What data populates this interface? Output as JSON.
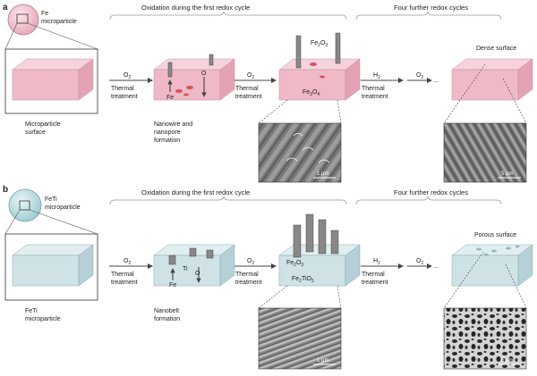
{
  "colors": {
    "fe_top": "#f6d3dc",
    "fe_front": "#efb9c7",
    "fe_side": "#e4a3b4",
    "feti_top": "#e1eef0",
    "feti_front": "#cfe3e7",
    "feti_side": "#b5d0d6",
    "arrow": "#444444",
    "bracket": "#999999",
    "fe_particle": "#f2c0cd",
    "feti_particle": "#bfe0e4",
    "pore_fe": "#d9535f",
    "pore_feti": "#8fb9bf"
  },
  "panel_a": {
    "letter": "a",
    "particle_label_1": "Fe",
    "particle_label_2": "microparticle",
    "header_oxidation": "Oxidation during the first redox cycle",
    "header_further": "Four further redox cycles",
    "surface_label_1": "Microparticle",
    "surface_label_2": "surface",
    "step1_gas": "O",
    "step1_gas_sub": "2",
    "step1_label_1": "Thermal",
    "step1_label_2": "treatment",
    "block2_label_fe": "Fe",
    "block2_label_o": "O",
    "block2_caption_1": "Nanowire and",
    "block2_caption_2": "nanopore",
    "block2_caption_3": "formation",
    "step2_gas": "O",
    "step2_gas_sub": "2",
    "step2_label_1": "Thermal",
    "step2_label_2": "treatment",
    "block3_top_label": "Fe",
    "block3_top_sub1": "2",
    "block3_top_mid": "O",
    "block3_top_sub2": "3",
    "block3_face_label": "Fe",
    "block3_face_sub1": "3",
    "block3_face_mid": "O",
    "block3_face_sub2": "4",
    "step3_gas": "H",
    "step3_gas_sub": "2",
    "step3_label_1": "Thermal",
    "step3_label_2": "treatment",
    "step4_gas": "O",
    "step4_gas_sub": "2",
    "step4_dots": "...",
    "final_caption": "Dense surface",
    "sem1_scale": "1 μm",
    "sem2_scale": "5 μm"
  },
  "panel_b": {
    "letter": "b",
    "particle_label_1": "FeTi",
    "particle_label_2": "microparticle",
    "header_oxidation": "Oxidation during the first redox cycle",
    "header_further": "Four further redox cycles",
    "surface_label_1": "FeTi",
    "surface_label_2": "microparticle",
    "step1_gas": "O",
    "step1_gas_sub": "2",
    "step1_label_1": "Thermal",
    "step1_label_2": "treatment",
    "block2_label_ti": "Ti",
    "block2_label_o": "O",
    "block2_label_fe": "Fe",
    "block2_caption_1": "Nanobelt",
    "block2_caption_2": "formation",
    "step2_gas": "O",
    "step2_gas_sub": "2",
    "step2_label_1": "Thermal",
    "step2_label_2": "treatment",
    "block3_top_label": "Fe",
    "block3_top_sub1": "2",
    "block3_top_mid": "O",
    "block3_top_sub2": "3",
    "block3_face_label": "Fe",
    "block3_face_sub1": "2",
    "block3_face_mid": "TiO",
    "block3_face_sub2": "5",
    "step3_gas": "H",
    "step3_gas_sub": "2",
    "step3_label_1": "Thermal",
    "step3_label_2": "treatment",
    "step4_gas": "O",
    "step4_gas_sub": "2",
    "step4_dots": "...",
    "final_caption": "Porous surface",
    "sem1_scale": "1 μm",
    "sem2_scale": "5 μm"
  }
}
